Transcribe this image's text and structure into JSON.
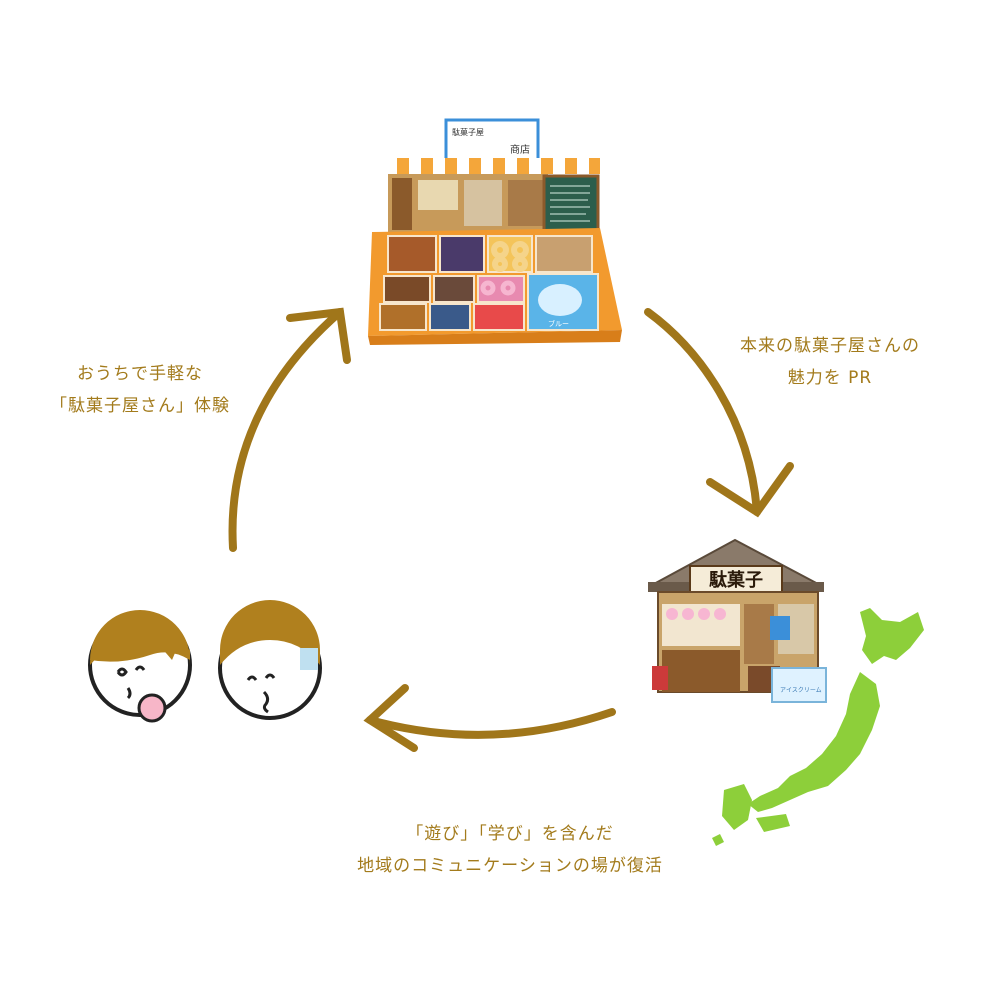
{
  "captions": {
    "home_experience": {
      "line1": "おうちで手軽な",
      "line2": "「駄菓子屋さん」体験"
    },
    "pr": {
      "line1": "本来の駄菓子屋さんの",
      "line2": "魅力を PR"
    },
    "community": {
      "line1": "「遊び」「学び」を含んだ",
      "line2": "地域のコミュニケーションの場が復活"
    }
  },
  "box_kit": {
    "sign_line1": "駄菓子屋",
    "sign_line2": "商店",
    "candy_label": "ブルー"
  },
  "shop": {
    "sign": "駄菓子",
    "freezer_label": "アイスクリーム"
  },
  "colors": {
    "arrow": "#a0761a",
    "caption": "#a37b1c",
    "japan_map": "#8dcf3a",
    "hair": "#b0801e",
    "box_orange": "#f29a2e"
  }
}
